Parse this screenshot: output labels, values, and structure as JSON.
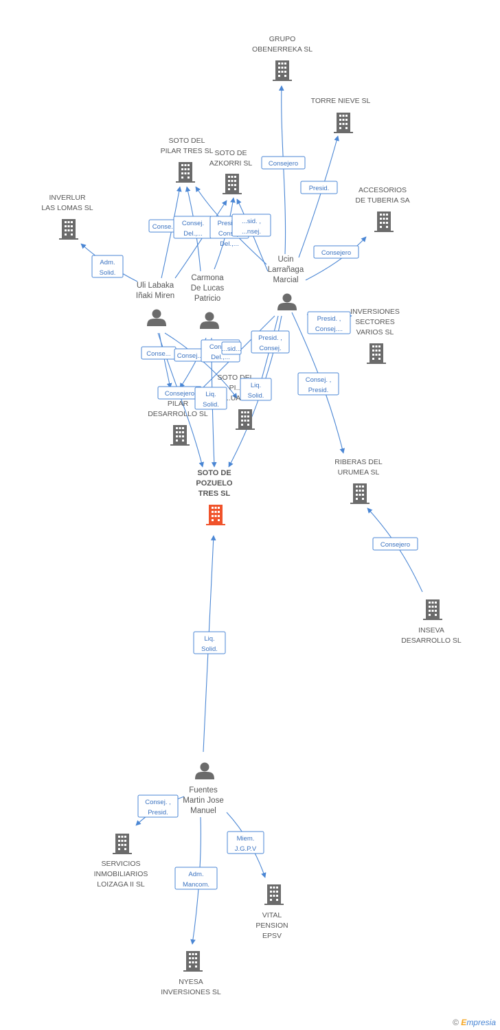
{
  "companies": [
    {
      "id": "grupo",
      "label": [
        "GRUPO",
        "OBENERREKA SL"
      ]
    },
    {
      "id": "torre",
      "label": [
        "TORRE NIEVE SL"
      ]
    },
    {
      "id": "sotopilar",
      "label": [
        "SOTO DEL",
        "PILAR TRES SL"
      ]
    },
    {
      "id": "sotoazk",
      "label": [
        "SOTO DE",
        "AZKORRI SL"
      ]
    },
    {
      "id": "inverlur",
      "label": [
        "INVERLUR",
        "LAS LOMAS SL"
      ]
    },
    {
      "id": "accesorios",
      "label": [
        "ACCESORIOS",
        "DE TUBERIA SA"
      ]
    },
    {
      "id": "inversiones",
      "label": [
        "INVERSIONES",
        "SECTORES",
        "VARIOS SL"
      ]
    },
    {
      "id": "pilardes",
      "label": [
        "PILAR",
        "DESARROLLO SL"
      ]
    },
    {
      "id": "sotopi2",
      "label": [
        "SOTO DEL",
        "PI...",
        "...UA..."
      ]
    },
    {
      "id": "main",
      "label": [
        "SOTO DE",
        "POZUELO",
        "TRES SL"
      ],
      "highlight": true
    },
    {
      "id": "riberas",
      "label": [
        "RIBERAS DEL",
        "URUMEA SL"
      ]
    },
    {
      "id": "inseva",
      "label": [
        "INSEVA",
        "DESARROLLO SL"
      ]
    },
    {
      "id": "servicios",
      "label": [
        "SERVICIOS",
        "INMOBILIARIOS",
        "LOIZAGA II SL"
      ]
    },
    {
      "id": "vital",
      "label": [
        "VITAL",
        "PENSION",
        "EPSV"
      ]
    },
    {
      "id": "nyesa",
      "label": [
        "NYESA",
        "INVERSIONES SL"
      ]
    }
  ],
  "persons": [
    {
      "id": "ucin",
      "label": [
        "Ucin",
        "Larrañaga",
        "Marcial"
      ]
    },
    {
      "id": "uli",
      "label": [
        "Uli Labaka",
        "Iñaki Miren"
      ]
    },
    {
      "id": "carmona",
      "label": [
        "Carmona",
        "De Lucas",
        "Patricio"
      ]
    },
    {
      "id": "fuentes",
      "label": [
        "Fuentes",
        "Martin Jose",
        "Manuel"
      ]
    }
  ],
  "edge_labels": [
    {
      "id": "e1",
      "lines": [
        "Consejero"
      ]
    },
    {
      "id": "e2",
      "lines": [
        "Presid."
      ]
    },
    {
      "id": "e3",
      "lines": [
        "Consejero"
      ]
    },
    {
      "id": "e4",
      "lines": [
        "Adm.",
        "Solid."
      ]
    },
    {
      "id": "e5",
      "lines": [
        "Conse..."
      ]
    },
    {
      "id": "e6",
      "lines": [
        "Consej.",
        "Del.,..."
      ]
    },
    {
      "id": "e7",
      "lines": [
        "Presid. ,",
        "Consej.",
        "Del.,..."
      ]
    },
    {
      "id": "e8",
      "lines": [
        "...sid. ,",
        "...nsej."
      ]
    },
    {
      "id": "e9",
      "lines": [
        "Presid. ,",
        "Consej...."
      ]
    },
    {
      "id": "e10",
      "lines": [
        "Conse..."
      ]
    },
    {
      "id": "e11",
      "lines": [
        "Consej..."
      ]
    },
    {
      "id": "e12",
      "lines": [
        "Consej.",
        "Del.,..."
      ]
    },
    {
      "id": "e13",
      "lines": [
        "Presid. ,",
        "Consej."
      ]
    },
    {
      "id": "e14",
      "lines": [
        "...sid..."
      ]
    },
    {
      "id": "e15",
      "lines": [
        "Consejero"
      ]
    },
    {
      "id": "e16",
      "lines": [
        "Liq.",
        "Solid."
      ]
    },
    {
      "id": "e17",
      "lines": [
        "Liq.",
        "Solid."
      ]
    },
    {
      "id": "e18",
      "lines": [
        "Consej. ,",
        "Presid."
      ]
    },
    {
      "id": "e19",
      "lines": [
        "Consejero"
      ]
    },
    {
      "id": "e20",
      "lines": [
        "Liq.",
        "Solid."
      ]
    },
    {
      "id": "e21",
      "lines": [
        "Consej. ,",
        "Presid."
      ]
    },
    {
      "id": "e22",
      "lines": [
        "Miem.",
        "J.G.P.V"
      ]
    },
    {
      "id": "e23",
      "lines": [
        "Adm.",
        "Mancom."
      ]
    }
  ],
  "colors": {
    "edge": "#4a86d4",
    "building": "#6b6b6b",
    "main_building": "#f0532b",
    "person": "#6b6b6b"
  },
  "footer": {
    "copyright": "©",
    "brand_e": "E",
    "brand": "mpresia"
  }
}
